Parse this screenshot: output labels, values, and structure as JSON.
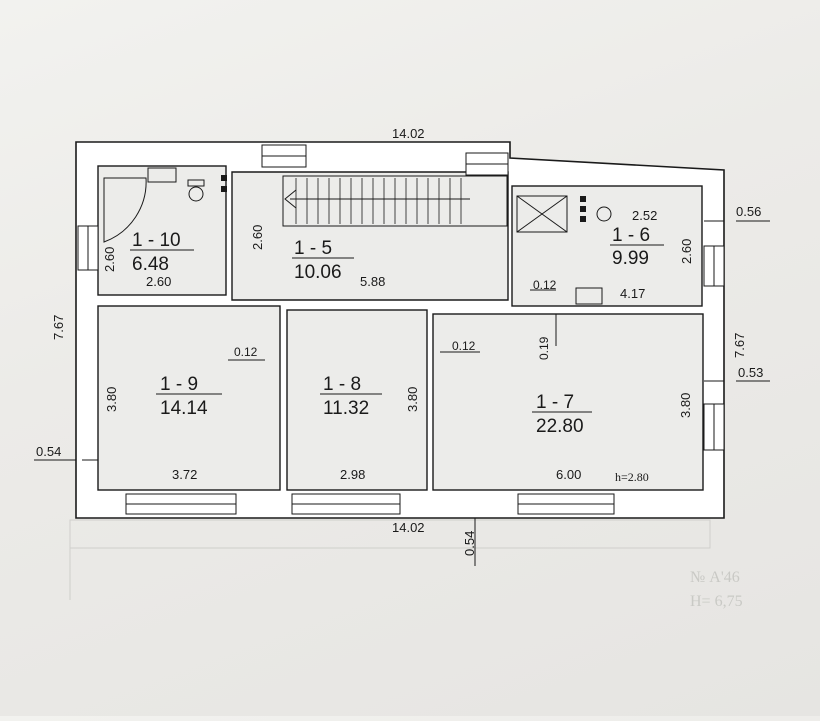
{
  "plan": {
    "dims": {
      "top_width": "14.02",
      "bottom_width": "14.02",
      "left_height": "7.67",
      "right_height": "7.67",
      "left_wall": "0.54",
      "bottom_wall": "0.54",
      "right_wall_top": "0.56",
      "right_wall_mid": "0.53",
      "height_note": "h=2.80"
    },
    "rooms": [
      {
        "id": "1 - 10",
        "area": "6.48",
        "dims": [
          "2.60",
          "2.60"
        ]
      },
      {
        "id": "1 - 5",
        "area": "10.06",
        "dims": [
          "2.60",
          "5.88"
        ]
      },
      {
        "id": "1 - 6",
        "area": "9.99",
        "dims": [
          "2.52",
          "2.60",
          "4.17",
          "0.12"
        ]
      },
      {
        "id": "1 - 9",
        "area": "14.14",
        "dims": [
          "3.80",
          "3.72",
          "0.12"
        ]
      },
      {
        "id": "1 - 8",
        "area": "11.32",
        "dims": [
          "3.80",
          "2.98",
          "0.12"
        ]
      },
      {
        "id": "1 - 7",
        "area": "22.80",
        "dims": [
          "3.80",
          "6.00",
          "0.19"
        ]
      }
    ]
  }
}
